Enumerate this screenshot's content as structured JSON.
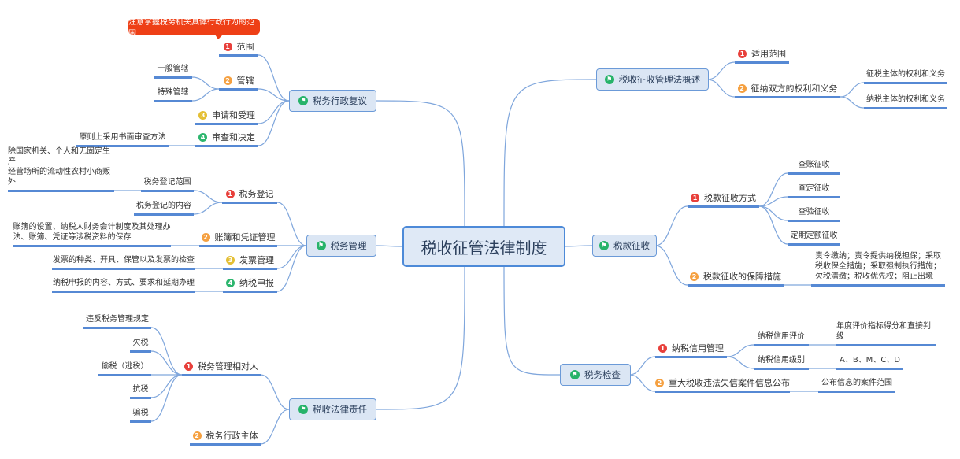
{
  "title": "税收征管法律制度",
  "callout": "注意掌握税务机关具体行政行为的范围",
  "colors": {
    "badge1": "#e8403b",
    "badge2": "#f5a040",
    "badge3": "#e4bf35",
    "badge4": "#2db66e",
    "line": "#5689d4"
  },
  "topics": [
    {
      "label": "税务行政复议",
      "subtopics": [
        {
          "badge": "1",
          "label": "范围",
          "details": []
        },
        {
          "badge": "2",
          "label": "管辖",
          "details": [
            {
              "label": "一般管辖"
            },
            {
              "label": "特殊管辖"
            }
          ]
        },
        {
          "badge": "3",
          "label": "申请和受理",
          "details": []
        },
        {
          "badge": "4",
          "label": "审查和决定",
          "details": [
            {
              "label": "原则上采用书面审查方法"
            }
          ]
        }
      ]
    },
    {
      "label": "税务管理",
      "subtopics": [
        {
          "badge": "1",
          "label": "税务登记",
          "details": [
            {
              "label": "税务登记范围",
              "details": [
                {
                  "label": "除国家机关、个人和无固定生产\n经营场所的流动性农村小商贩外"
                }
              ]
            },
            {
              "label": "税务登记的内容"
            }
          ]
        },
        {
          "badge": "2",
          "label": "账簿和凭证管理",
          "details": [
            {
              "label": "账簿的设置、纳税人财务会计制度及其处理办\n法、账簿、凭证等涉税资料的保存"
            }
          ]
        },
        {
          "badge": "3",
          "label": "发票管理",
          "details": [
            {
              "label": "发票的种类、开具、保管以及发票的检查"
            }
          ]
        },
        {
          "badge": "4",
          "label": "纳税申报",
          "details": [
            {
              "label": "纳税申报的内容、方式、要求和延期办理"
            }
          ]
        }
      ]
    },
    {
      "label": "税收法律责任",
      "subtopics": [
        {
          "badge": "1",
          "label": "税务管理相对人",
          "details": [
            {
              "label": "违反税务管理规定"
            },
            {
              "label": "欠税"
            },
            {
              "label": "偷税（逃税）"
            },
            {
              "label": "抗税"
            },
            {
              "label": "骗税"
            }
          ]
        },
        {
          "badge": "2",
          "label": "税务行政主体",
          "details": []
        }
      ]
    },
    {
      "label": "税收征收管理法概述",
      "subtopics": [
        {
          "badge": "1",
          "label": "适用范围",
          "details": []
        },
        {
          "badge": "2",
          "label": "征纳双方的权利和义务",
          "details": [
            {
              "label": "征税主体的权利和义务"
            },
            {
              "label": "纳税主体的权利和义务"
            }
          ]
        }
      ]
    },
    {
      "label": "税款征收",
      "subtopics": [
        {
          "badge": "1",
          "label": "税款征收方式",
          "details": [
            {
              "label": "查账征收"
            },
            {
              "label": "查定征收"
            },
            {
              "label": "查验征收"
            },
            {
              "label": "定期定额征收"
            }
          ]
        },
        {
          "badge": "2",
          "label": "税款征收的保障措施",
          "details": [
            {
              "label": "责令缴纳；责令提供纳税担保；采取\n税收保全措施；采取强制执行措施；\n欠税清缴；税收优先权；阻止出境"
            }
          ]
        }
      ]
    },
    {
      "label": "税务检查",
      "subtopics": [
        {
          "badge": "1",
          "label": "纳税信用管理",
          "details": [
            {
              "label": "纳税信用评价",
              "details": [
                {
                  "label": "年度评价指标得分和直接判级"
                }
              ]
            },
            {
              "label": "纳税信用级别",
              "details": [
                {
                  "label": "A、B、M、C、D"
                }
              ]
            }
          ]
        },
        {
          "badge": "2",
          "label": "重大税收违法失信案件信息公布",
          "details": [
            {
              "label": "公布信息的案件范围"
            }
          ]
        }
      ]
    }
  ]
}
